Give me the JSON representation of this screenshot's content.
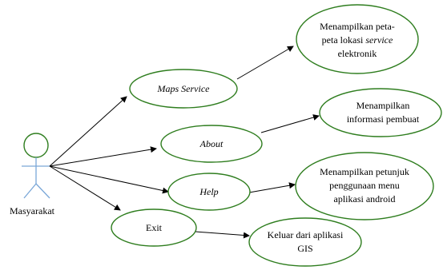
{
  "actor": {
    "label": "Masyarakat"
  },
  "use_cases": [
    {
      "id": "maps-service",
      "label": "Maps Service"
    },
    {
      "id": "about",
      "label": "About"
    },
    {
      "id": "help",
      "label": "Help"
    },
    {
      "id": "exit",
      "label": "Exit"
    }
  ],
  "results": [
    {
      "id": "result-maps",
      "lines": [
        "Menampilkan peta-",
        "peta lokasi ",
        "service",
        " elektronik"
      ]
    },
    {
      "id": "result-about",
      "lines": [
        "Menampilkan",
        "informasi pembuat"
      ]
    },
    {
      "id": "result-help",
      "lines": [
        "Menampilkan petunjuk",
        "penggunaan menu",
        "aplikasi android"
      ]
    },
    {
      "id": "result-exit",
      "lines": [
        "Keluar dari aplikasi",
        "GIS"
      ]
    }
  ],
  "colors": {
    "ellipse_stroke": "#2e7d1e",
    "actor_body": "#7aa7d8",
    "arrows": "#000000"
  }
}
